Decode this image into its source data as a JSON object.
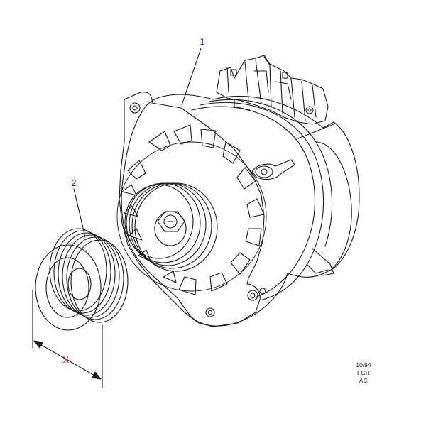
{
  "callouts": [
    {
      "label": "1",
      "color": "#2233bb"
    },
    {
      "label": "2",
      "color": "#2233bb"
    }
  ],
  "dimension": {
    "label": "X",
    "color": "#dd2222"
  },
  "stamp": {
    "line1": "10/94",
    "line2": "FGR",
    "line3": "AG"
  },
  "colors": {
    "line": "#1a1a1a",
    "background": "#ffffff"
  }
}
